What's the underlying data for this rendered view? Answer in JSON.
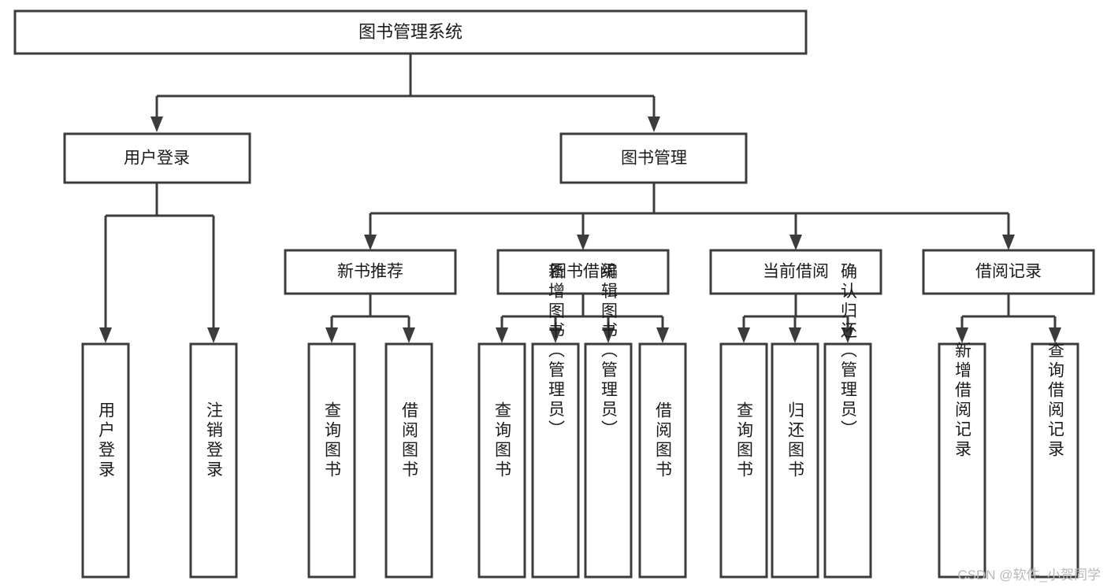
{
  "diagram": {
    "title": "图书管理系统",
    "type": "tree-hierarchy-diagram",
    "colors": {
      "box_stroke": "#3c3c3c",
      "box_fill": "#ffffff",
      "text": "#1b1b1b",
      "background": "#ffffff",
      "watermark": "#b9b9b9"
    },
    "root": {
      "label": "图书管理系统"
    },
    "level2": [
      {
        "label": "用户登录"
      },
      {
        "label": "图书管理"
      }
    ],
    "level3": [
      {
        "label": "新书推荐"
      },
      {
        "label": "图书借阅"
      },
      {
        "label": "当前借阅"
      },
      {
        "label": "借阅记录"
      }
    ],
    "leaves": {
      "user_login": [
        {
          "label": "用户登录"
        },
        {
          "label": "注销登录"
        }
      ],
      "new_book_recommend": [
        {
          "label": "查询图书"
        },
        {
          "label": "借阅图书"
        }
      ],
      "book_borrow": [
        {
          "label": "查询图书"
        },
        {
          "label": "新增图书（管理员）"
        },
        {
          "label": "编辑图书（管理员）"
        },
        {
          "label": "借阅图书"
        }
      ],
      "current_borrow": [
        {
          "label": "查询图书"
        },
        {
          "label": "归还图书"
        },
        {
          "label": "确认归还（管理员）"
        }
      ],
      "borrow_record": [
        {
          "label": "新增借阅记录"
        },
        {
          "label": "查询借阅记录"
        }
      ]
    }
  },
  "watermark": {
    "text": "CSDN @软件_小贺同学"
  }
}
